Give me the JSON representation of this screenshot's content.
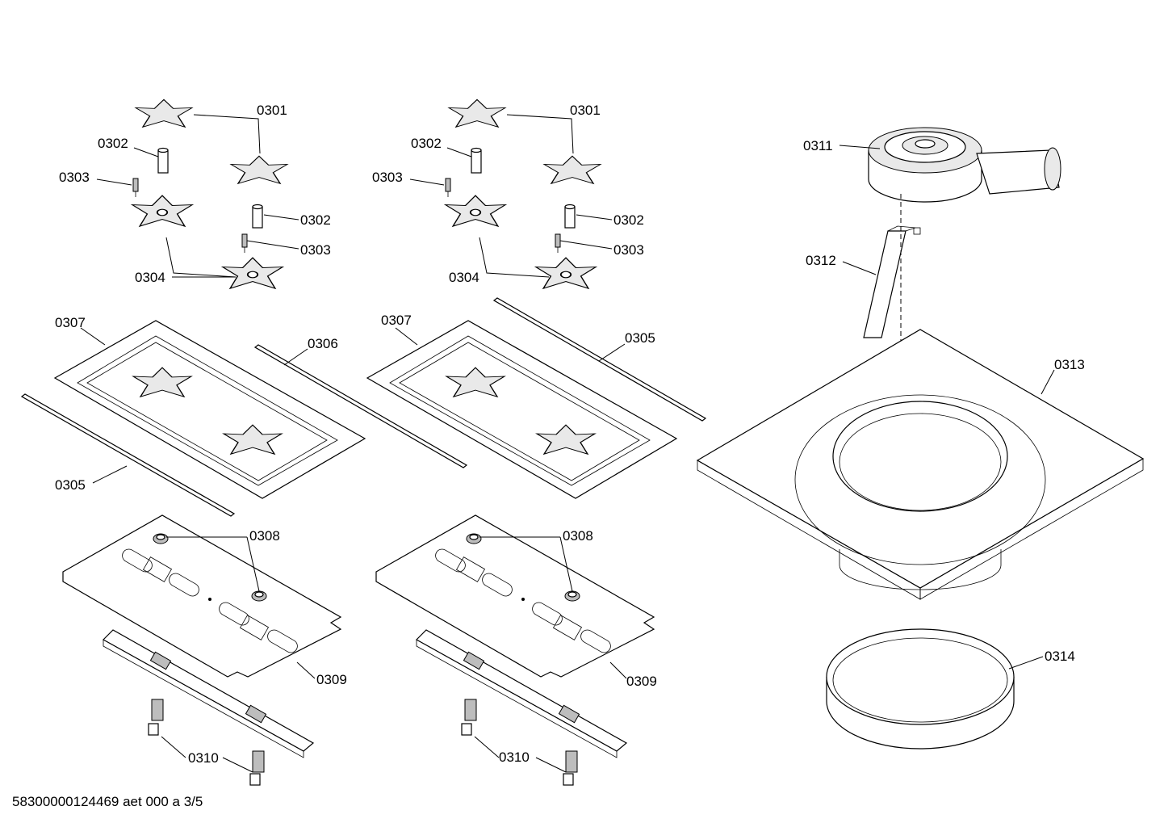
{
  "diagram": {
    "document_id": "58300000124469 aet 000 a 3/5",
    "labels": {
      "l0301a": "0301",
      "l0302a": "0302",
      "l0303a": "0303",
      "l0302b": "0302",
      "l0303b": "0303",
      "l0304a": "0304",
      "l0301b": "0301",
      "l0302c": "0302",
      "l0303c": "0303",
      "l0302d": "0302",
      "l0303d": "0303",
      "l0304b": "0304",
      "l0307a": "0307",
      "l0306": "0306",
      "l0305a": "0305",
      "l0307b": "0307",
      "l0305b": "0305",
      "l0308a": "0308",
      "l0308b": "0308",
      "l0309a": "0309",
      "l0309b": "0309",
      "l0310a": "0310",
      "l0310b": "0310",
      "l0311": "0311",
      "l0312": "0312",
      "l0313": "0313",
      "l0314": "0314"
    }
  }
}
